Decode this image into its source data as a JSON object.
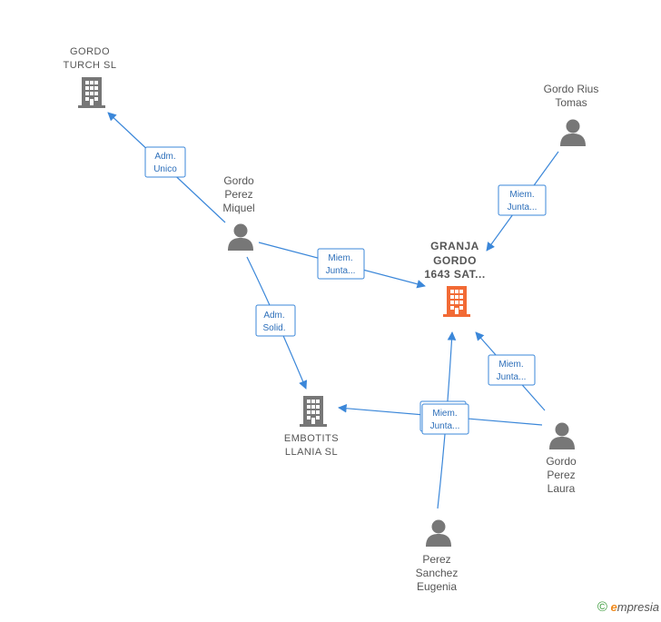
{
  "colors": {
    "edge": "#3b87d9",
    "person_icon": "#777777",
    "company_icon": "#777777",
    "focus_company_icon": "#f26a35"
  },
  "nodes": {
    "gordo_turch": {
      "lines": [
        "GORDO",
        "TURCH SL"
      ],
      "kind": "company-icon"
    },
    "gordo_rius": {
      "lines": [
        "Gordo Rius",
        "Tomas"
      ],
      "kind": "person-icon"
    },
    "gordo_perez_miquel": {
      "lines": [
        "Gordo",
        "Perez",
        "Miquel"
      ],
      "kind": "person-icon"
    },
    "granja": {
      "lines": [
        "GRANJA",
        "GORDO",
        "1643 SAT..."
      ],
      "kind": "company-icon"
    },
    "embotits": {
      "lines": [
        "EMBOTITS",
        "LLANIA SL"
      ],
      "kind": "company-icon"
    },
    "gordo_perez_laura": {
      "lines": [
        "Gordo",
        "Perez",
        "Laura"
      ],
      "kind": "person-icon"
    },
    "perez_sanchez": {
      "lines": [
        "Perez",
        "Sanchez",
        "Eugenia"
      ],
      "kind": "person-icon"
    }
  },
  "edges": {
    "miquel_turch": [
      "Adm.",
      "Unico"
    ],
    "rius_granja": [
      "Miem.",
      "Junta..."
    ],
    "miquel_granja": [
      "Miem.",
      "Junta..."
    ],
    "miquel_embotits": [
      "Adm.",
      "Solid."
    ],
    "laura_granja": [
      "Miem.",
      "Junta..."
    ],
    "eugenia_granja": [
      "Miem.",
      "Junta..."
    ]
  },
  "footer": {
    "copyright": "©",
    "brand_initial": "e",
    "brand_rest": "mpresia"
  }
}
